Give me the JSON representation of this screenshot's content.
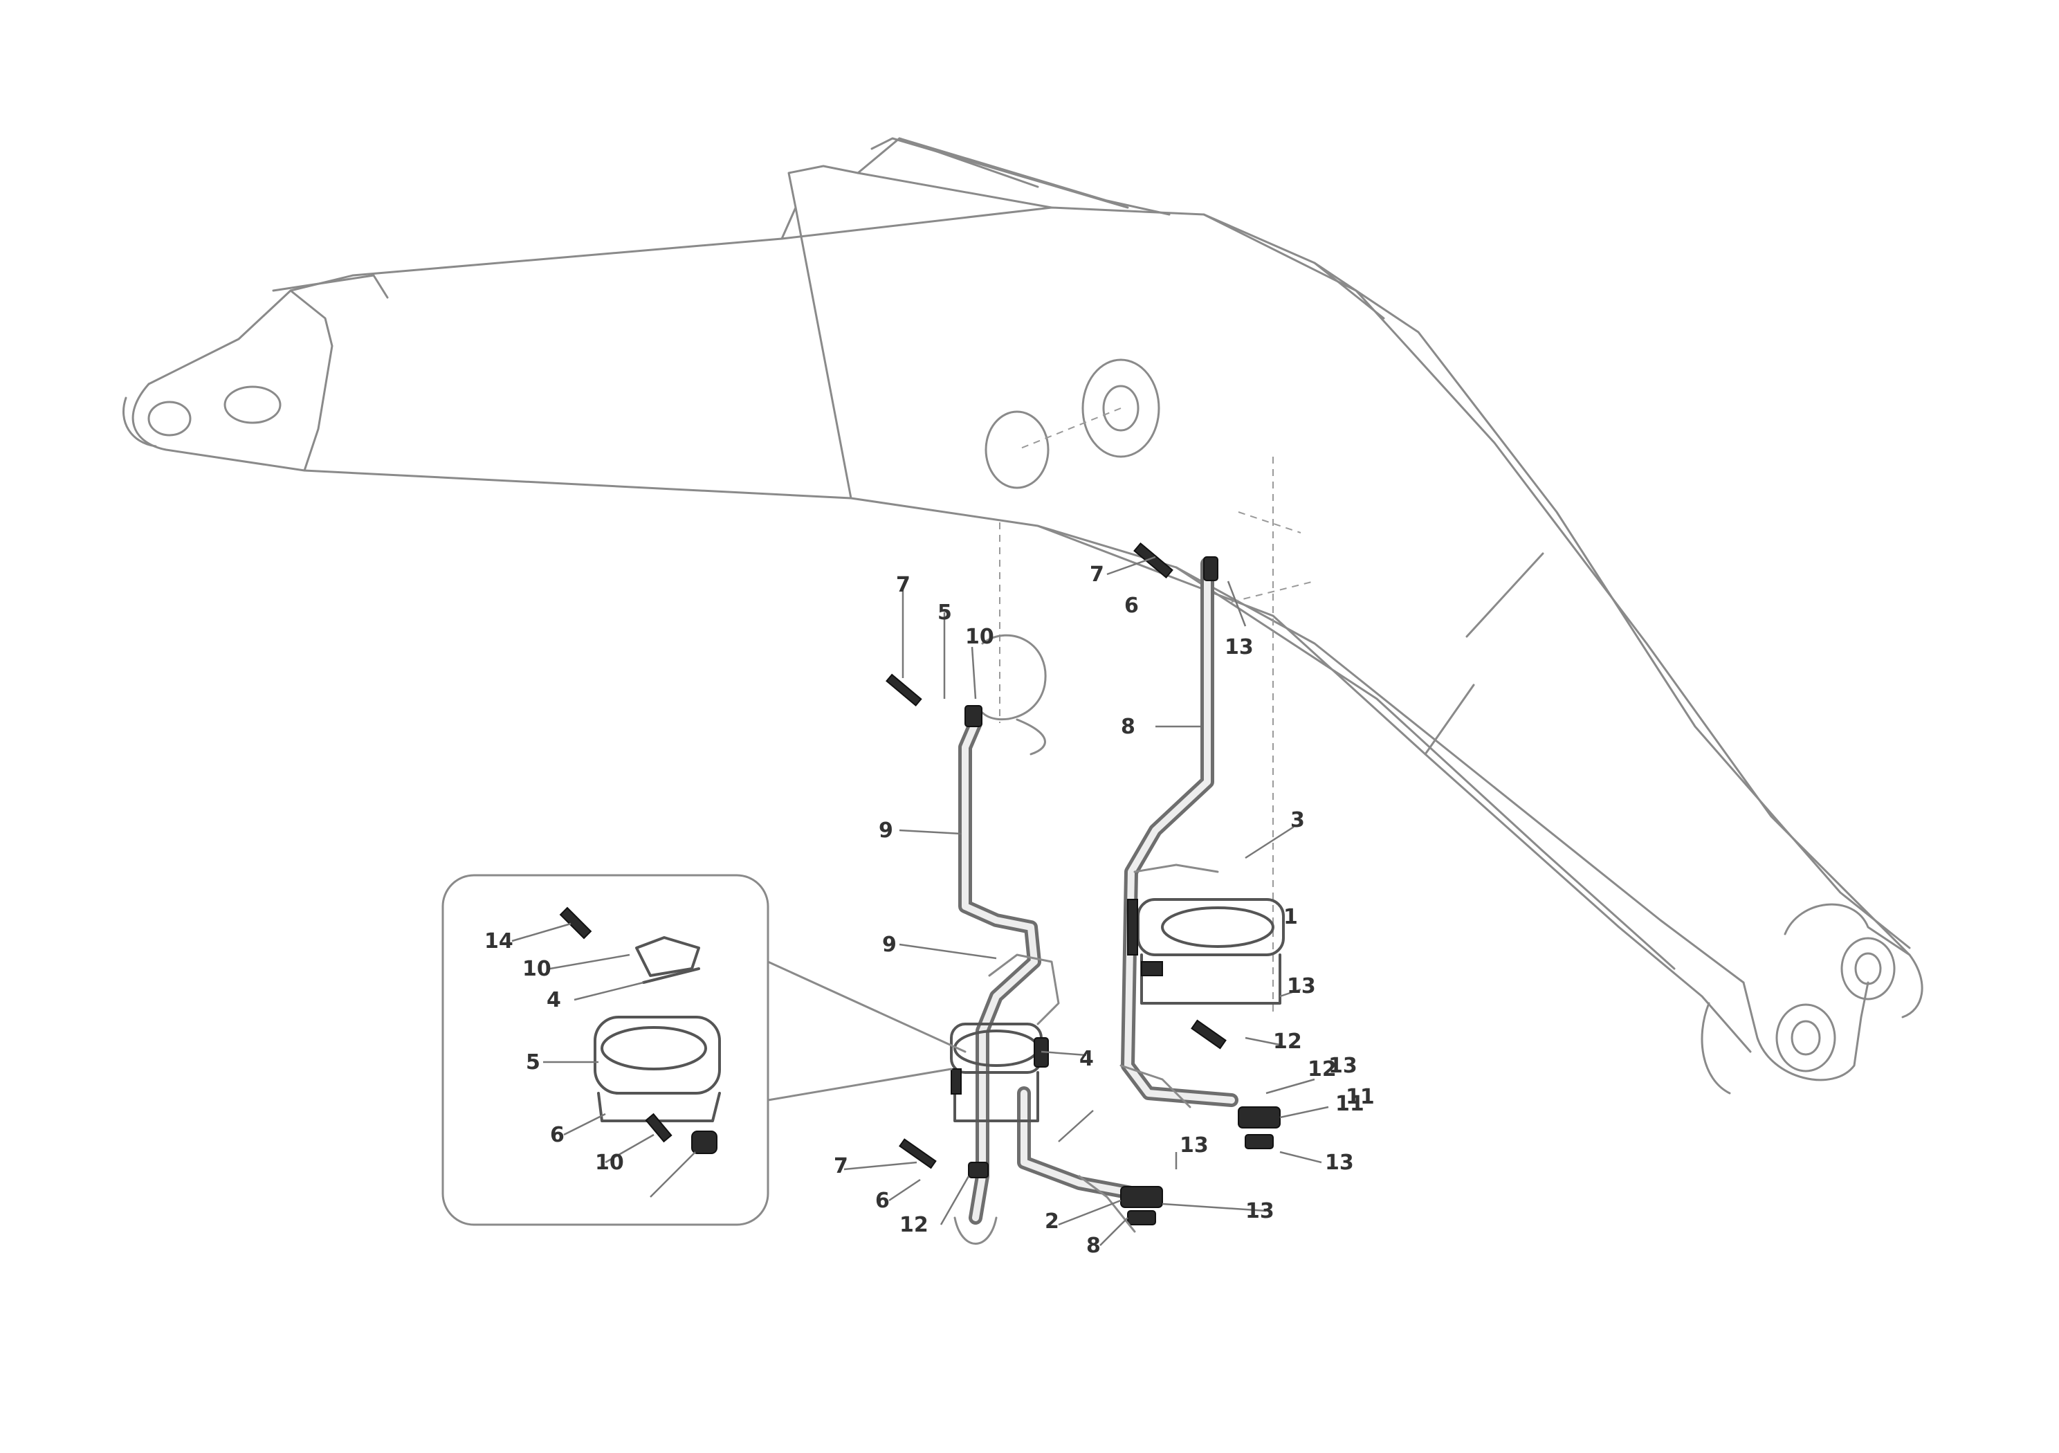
{
  "diagram": {
    "callouts": [
      {
        "id": "c1",
        "text": "7"
      },
      {
        "id": "c2",
        "text": "5"
      },
      {
        "id": "c3",
        "text": "10"
      },
      {
        "id": "c4",
        "text": "7"
      },
      {
        "id": "c5",
        "text": "6"
      },
      {
        "id": "c6",
        "text": "13"
      },
      {
        "id": "c7",
        "text": "8"
      },
      {
        "id": "c8",
        "text": "9"
      },
      {
        "id": "c9",
        "text": "9"
      },
      {
        "id": "c10",
        "text": "3"
      },
      {
        "id": "c11",
        "text": "1"
      },
      {
        "id": "c12",
        "text": "13"
      },
      {
        "id": "c13",
        "text": "12"
      },
      {
        "id": "c14",
        "text": "12"
      },
      {
        "id": "c15",
        "text": "13"
      },
      {
        "id": "c16",
        "text": "11"
      },
      {
        "id": "c17",
        "text": "11"
      },
      {
        "id": "c18",
        "text": "13"
      },
      {
        "id": "c19",
        "text": "13"
      },
      {
        "id": "c20",
        "text": "4"
      },
      {
        "id": "c21",
        "text": "7"
      },
      {
        "id": "c22",
        "text": "6"
      },
      {
        "id": "c23",
        "text": "12"
      },
      {
        "id": "c24",
        "text": "2"
      },
      {
        "id": "c25",
        "text": "8"
      },
      {
        "id": "c26",
        "text": "13"
      },
      {
        "id": "c27",
        "text": "14"
      },
      {
        "id": "c28",
        "text": "10"
      },
      {
        "id": "c29",
        "text": "4"
      },
      {
        "id": "c30",
        "text": "5"
      },
      {
        "id": "c31",
        "text": "6"
      },
      {
        "id": "c32",
        "text": "10"
      }
    ],
    "caption_line1": "",
    "caption_line2": "",
    "figure_code": ""
  }
}
